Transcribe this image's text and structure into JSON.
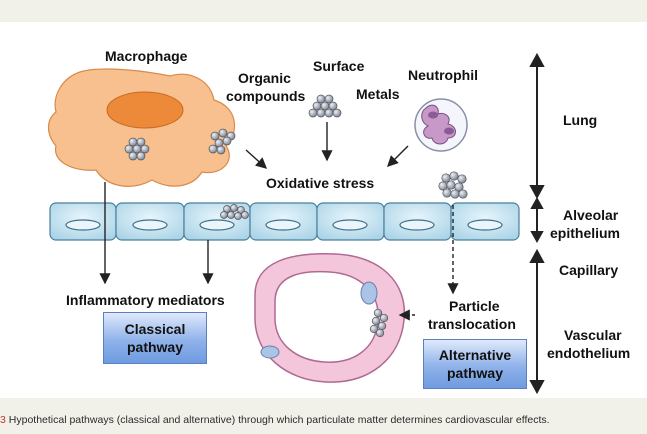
{
  "labels": {
    "macrophage": "Macrophage",
    "organic_line1": "Organic",
    "organic_line2": "compounds",
    "surface": "Surface",
    "metals": "Metals",
    "neutrophil": "Neutrophil",
    "oxidative_stress": "Oxidative stress",
    "inflammatory_mediators": "Inflammatory mediators",
    "particle_line1": "Particle",
    "particle_line2": "translocation"
  },
  "regions": {
    "lung": "Lung",
    "alveolar_line1": "Alveolar",
    "alveolar_line2": "epithelium",
    "capillary": "Capillary",
    "vascular_line1": "Vascular",
    "vascular_line2": "endothelium"
  },
  "boxes": {
    "classical_line1": "Classical",
    "classical_line2": "pathway",
    "alternative_line1": "Alternative",
    "alternative_line2": "pathway"
  },
  "caption": {
    "prefix": "3",
    "text": "Hypothetical pathways (classical and alternative) through which particulate matter determines cardiovascular effects."
  },
  "colors": {
    "macrophage_fill": "#f8c08e",
    "macrophage_nucleus": "#ec8a3a",
    "epithelium_fill": "#cfe8f3",
    "endothelium_fill": "#f3c6dc",
    "endothelium_stroke": "#b06a92",
    "particle": "#8a94a6",
    "box_blue": "#8fb2ea"
  }
}
